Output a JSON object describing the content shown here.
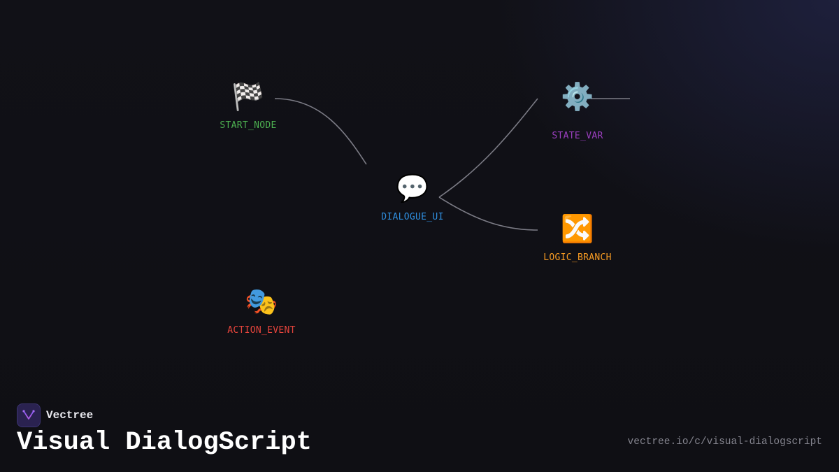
{
  "nodes": {
    "start": {
      "icon": "checkered-flag-icon",
      "glyph": "🏁",
      "label": "START_NODE",
      "color": "#4caf50"
    },
    "dialog": {
      "icon": "speech-bubble-icon",
      "glyph": "💬",
      "label": "DIALOGUE_UI",
      "color": "#2f8fe0"
    },
    "state": {
      "icon": "gear-icon",
      "glyph": "⚙️",
      "label": "STATE_VAR",
      "color": "#9c3fc0"
    },
    "logic": {
      "icon": "shuffle-icon",
      "glyph": "🔀",
      "label": "LOGIC_BRANCH",
      "color": "#f59a23"
    },
    "action": {
      "icon": "theater-masks-icon",
      "glyph": "🎭",
      "label": "ACTION_EVENT",
      "color": "#e8453c"
    }
  },
  "edges": [
    {
      "from": "start",
      "to": "dialog"
    },
    {
      "from": "dialog",
      "to": "state"
    },
    {
      "from": "dialog",
      "to": "logic"
    },
    {
      "from": "state",
      "to": "offscreen-right"
    }
  ],
  "brand": {
    "name": "Vectree",
    "logo_icon": "vectree-logo-icon"
  },
  "title": "Visual DialogScript",
  "url": "vectree.io/c/visual-dialogscript"
}
